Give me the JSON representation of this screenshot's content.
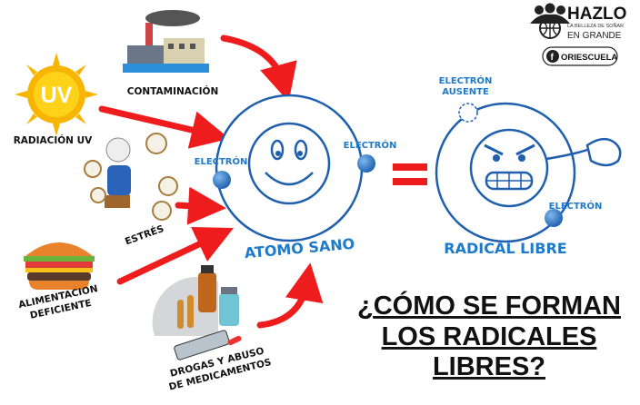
{
  "brand": {
    "name": "HAZLO",
    "tagline": "LA BELLEZA DE SOÑAR",
    "subtitle": "EN GRANDE",
    "social": "ORIESCUELA"
  },
  "causes": {
    "pollution": "CONTAMINACIÓN",
    "uv": "RADIACIÓN UV",
    "uv_icon_text": "UV",
    "stress": "ESTRÉS",
    "food_line1": "ALIMENTACION",
    "food_line2": "DEFICIENTE",
    "drugs_line1": "DROGAS Y ABUSO",
    "drugs_line2": "DE MEDICAMENTOS"
  },
  "healthy_atom": {
    "label": "ATOMO SANO",
    "electron_left": "ELECTRÓN",
    "electron_right": "ELECTRÓN"
  },
  "equals": "=",
  "radical": {
    "label": "RADICAL LIBRE",
    "missing_line1": "ELECTRÓN",
    "missing_line2": "AUSENTE",
    "electron": "ELECTRÓN"
  },
  "title": {
    "line1": "¿CÓMO SE FORMAN",
    "line2": "LOS RADICALES",
    "line3": "LIBRES?"
  },
  "colors": {
    "arrow": "#ee1c1c",
    "atom": "#1f5fae",
    "text_blue": "#1f7ac8",
    "sun": "#f7b500"
  }
}
